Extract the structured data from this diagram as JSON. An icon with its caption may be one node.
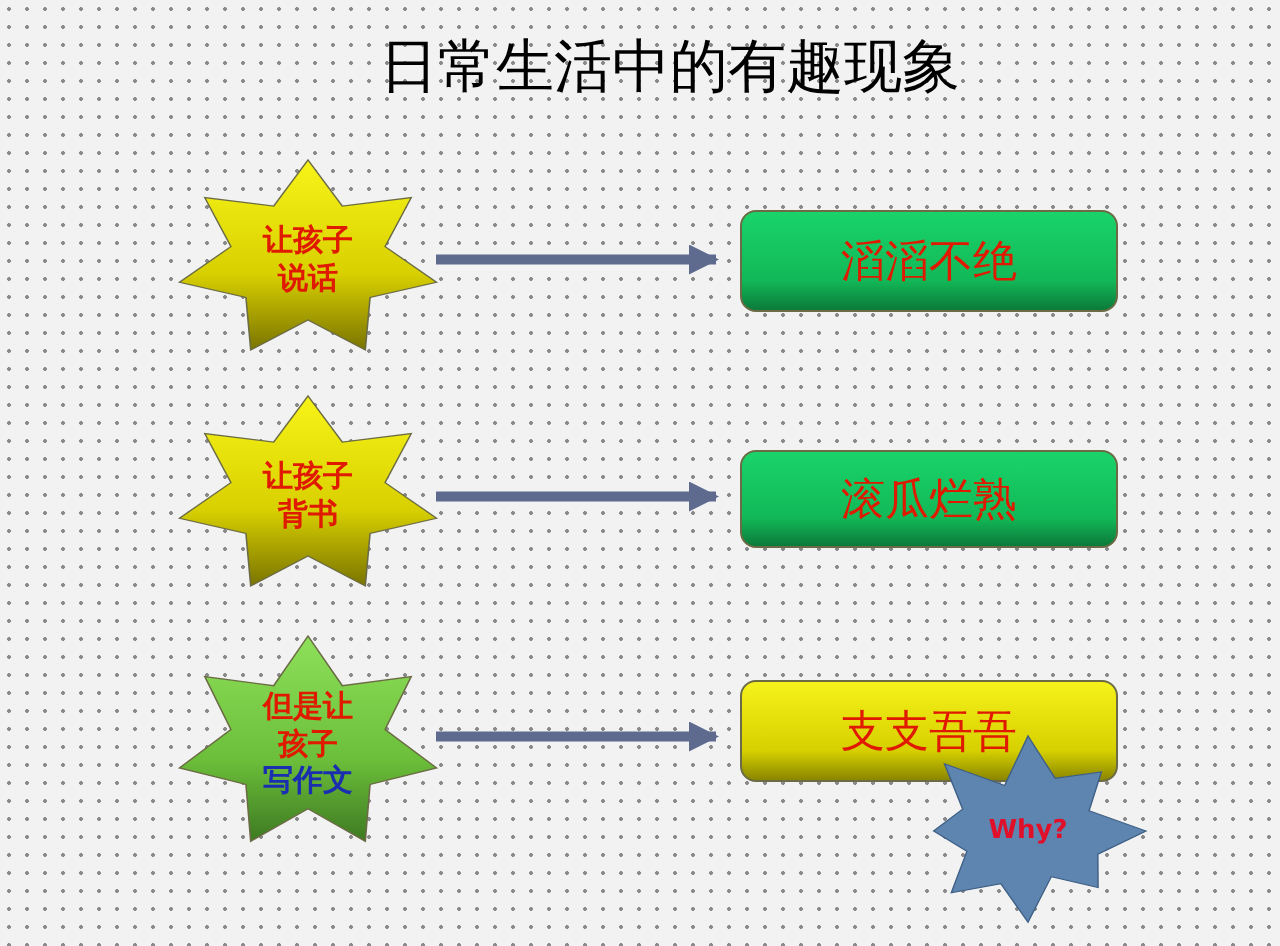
{
  "diagram": {
    "title": "日常生活中的有趣现象",
    "nodes": [
      {
        "text": [
          "让孩子说话"
        ]
      },
      {
        "text": [
          "让孩子背书"
        ]
      },
      {
        "text": [
          "但是让孩子",
          "写作文"
        ]
      },
      {
        "text": [
          "滔滔不绝"
        ]
      },
      {
        "text": [
          "滚瓜烂熟"
        ]
      },
      {
        "text": [
          "支支吾吾"
        ]
      },
      {
        "text": [
          "Why?"
        ]
      }
    ],
    "edges": [
      {
        "from": 0,
        "to": 3,
        "arrow": "to"
      },
      {
        "from": 1,
        "to": 4,
        "arrow": "to"
      },
      {
        "from": 2,
        "to": 5,
        "arrow": "to"
      }
    ]
  }
}
